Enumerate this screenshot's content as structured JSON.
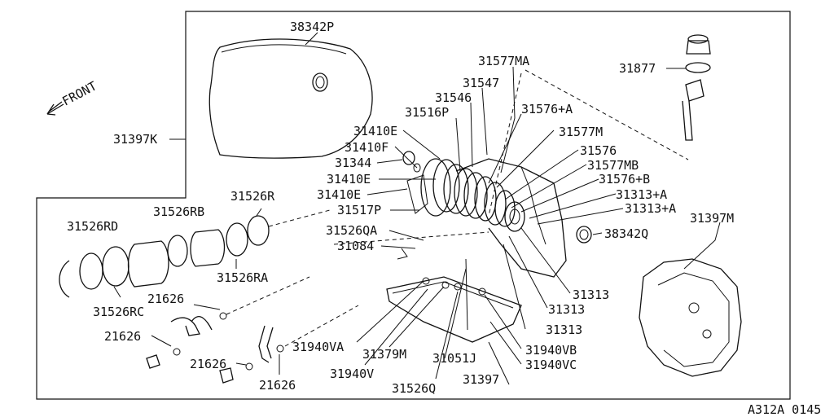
{
  "diagram_code": "A312A 0145",
  "orientation": "FRONT",
  "part_labels": {
    "p38342P": "38342P",
    "p31397K": "31397K",
    "p31577MA": "31577MA",
    "p31547": "31547",
    "p31546": "31546",
    "p31516P": "31516P",
    "p31576A": "31576+A",
    "p31410E_a": "31410E",
    "p31577M": "31577M",
    "p31410F": "31410F",
    "p31576": "31576",
    "p31344": "31344",
    "p31577MB": "31577MB",
    "p31410E_b": "31410E",
    "p31576B": "31576+B",
    "p31410E_c": "31410E",
    "p31313A_a": "31313+A",
    "p31313A_b": "31313+A",
    "p31517P": "31517P",
    "p31526QA": "31526QA",
    "p31084": "31084",
    "p31526R": "31526R",
    "p31526RB": "31526RB",
    "p31526RD": "31526RD",
    "p31526RA": "31526RA",
    "p31526RC": "31526RC",
    "p38342Q": "38342Q",
    "p31877": "31877",
    "p31397M": "31397M",
    "p31313_a": "31313",
    "p31313_b": "31313",
    "p31313_c": "31313",
    "p21626_a": "21626",
    "p21626_b": "21626",
    "p21626_c": "21626",
    "p21626_d": "21626",
    "p31940VA": "31940VA",
    "p31379M": "31379M",
    "p31051J": "31051J",
    "p31940VB": "31940VB",
    "p31940V": "31940V",
    "p31940VC": "31940VC",
    "p31526Q": "31526Q",
    "p31397": "31397"
  }
}
